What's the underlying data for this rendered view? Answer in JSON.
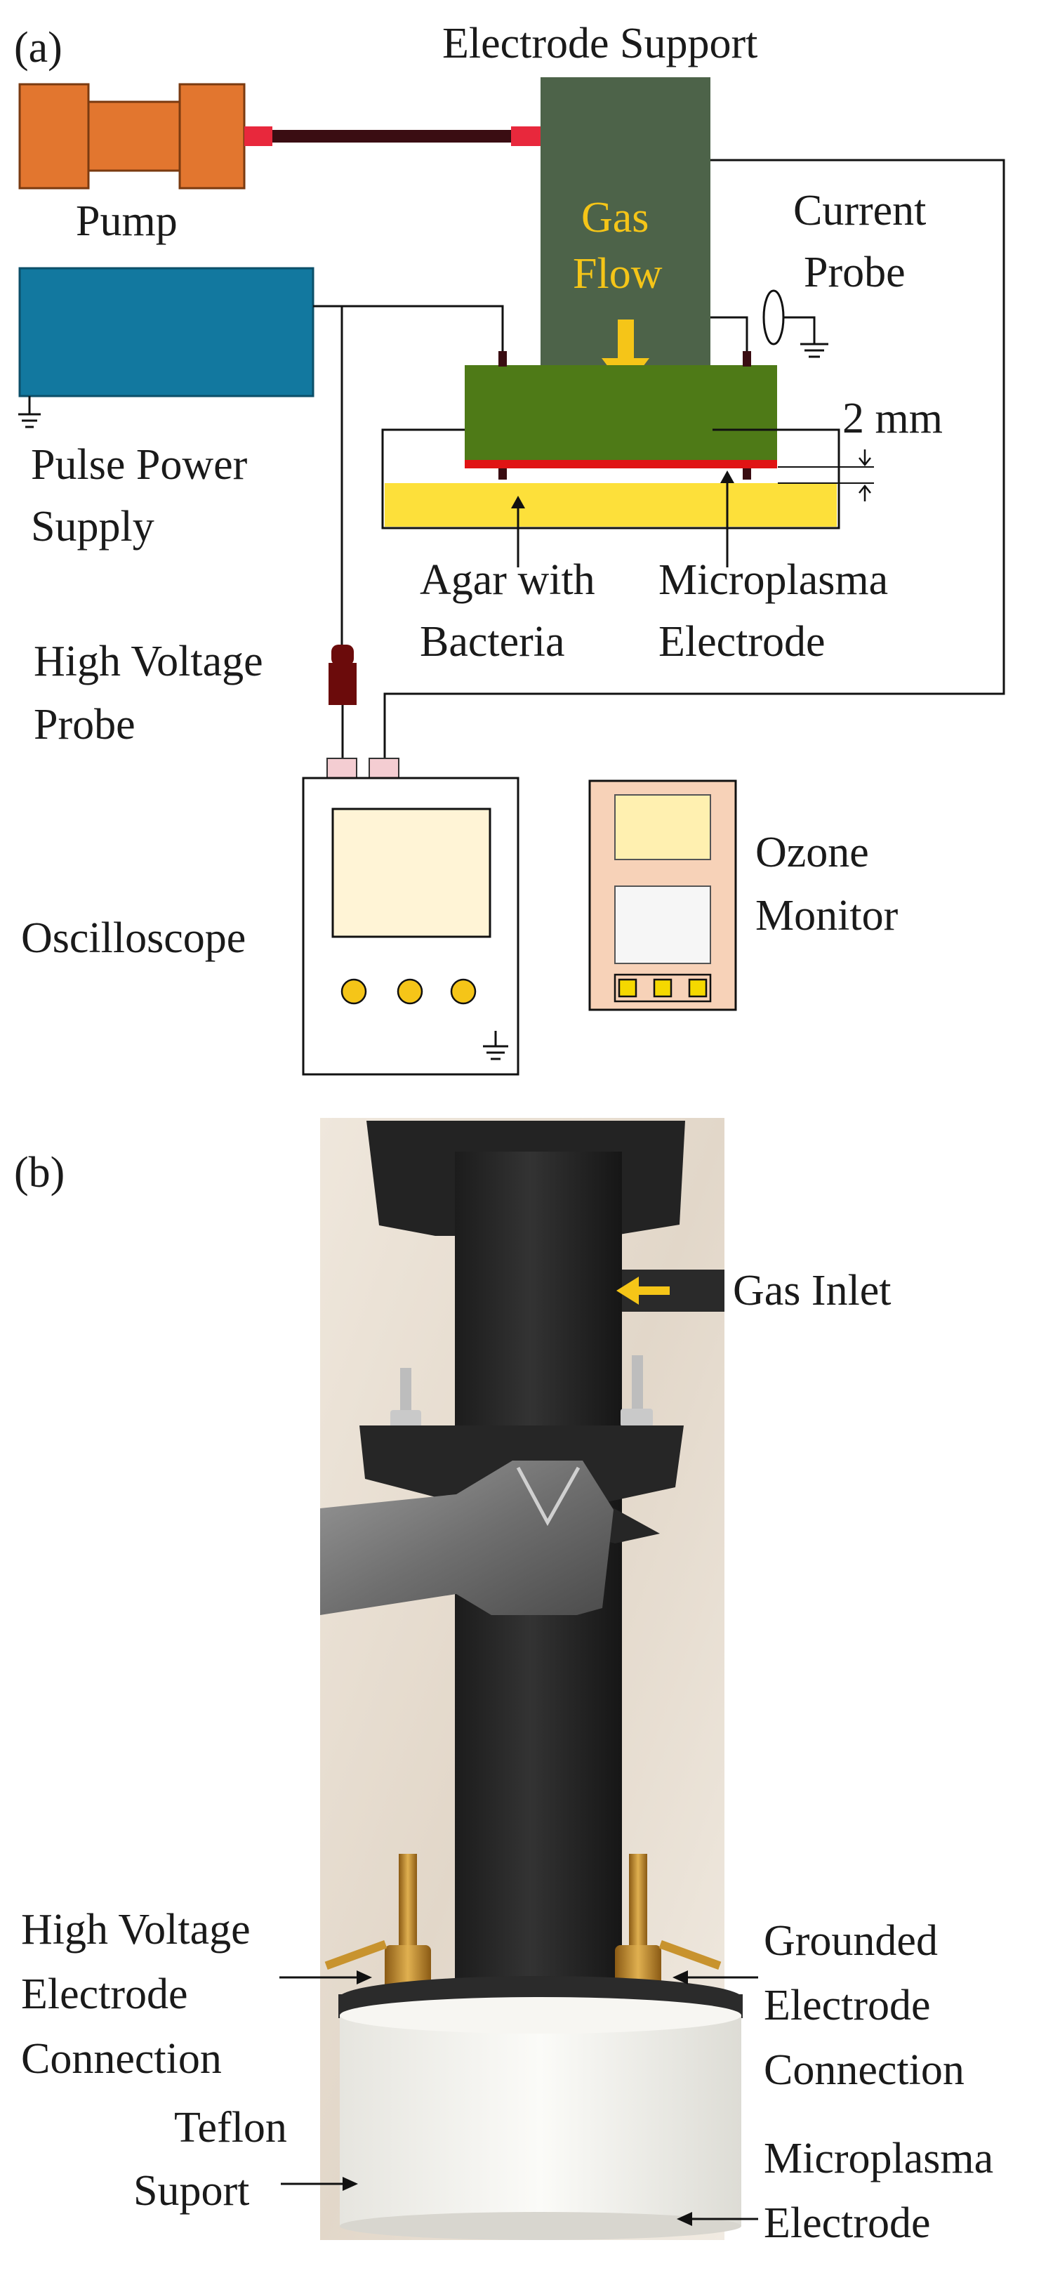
{
  "panel_a": {
    "label": "(a)",
    "electrode_support": "Electrode Support",
    "pump": "Pump",
    "gas_flow_1": "Gas",
    "gas_flow_2": "Flow",
    "current_probe_1": "Current",
    "current_probe_2": "Probe",
    "pulse_power_1": "Pulse Power",
    "pulse_power_2": "Supply",
    "gap": "2 mm",
    "agar_1": "Agar with",
    "agar_2": "Bacteria",
    "microplasma_1": "Microplasma",
    "microplasma_2": "Electrode",
    "hv_probe_1": "High Voltage",
    "hv_probe_2": "Probe",
    "oscilloscope": "Oscilloscope",
    "ozone_1": "Ozone",
    "ozone_2": "Monitor"
  },
  "panel_b": {
    "label": "(b)",
    "gas_inlet": "Gas Inlet",
    "hv_conn_1": "High Voltage",
    "hv_conn_2": "Electrode",
    "hv_conn_3": "Connection",
    "gnd_conn_1": "Grounded",
    "gnd_conn_2": "Electrode",
    "gnd_conn_3": "Connection",
    "teflon_1": "Teflon",
    "teflon_2": "Suport",
    "micro_1": "Microplasma",
    "micro_2": "Electrode"
  },
  "colors": {
    "pump": "#e2762f",
    "pump_tube": "#3a0d12",
    "connector": "#e8283c",
    "power_supply": "#12789f",
    "support": "#4d6349",
    "electrode_block": "#4e7a17",
    "plasma_layer": "#e01414",
    "agar": "#fde03a",
    "arrow": "#f5c518",
    "probe": "#6b0b0b",
    "scope_screen": "#fff4d6",
    "knob": "#f5c518",
    "ozone_body": "#f7d2b8",
    "photo_bg": "#e4dcd2",
    "tube_black": "#262626",
    "teflon": "#f0efea",
    "brass": "#c8932e"
  }
}
